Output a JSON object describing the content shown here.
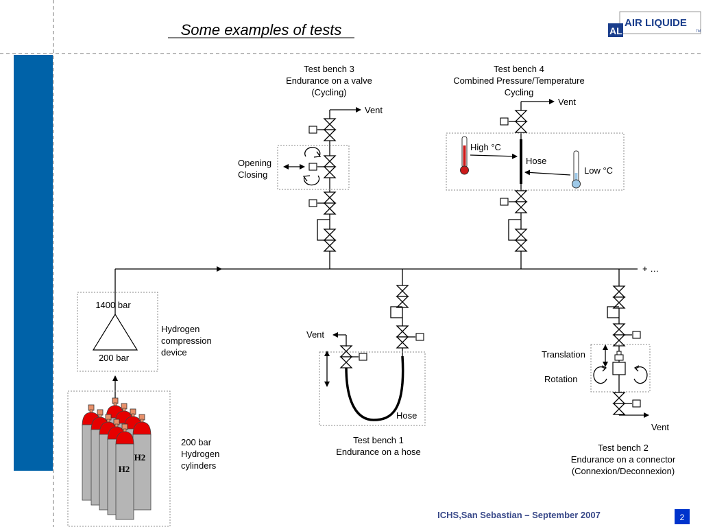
{
  "header": {
    "title": "Some examples of tests",
    "logo_text": "AIR LIQUIDE",
    "logo_mark": "AL",
    "logo_tm": "TM"
  },
  "footer": {
    "event": "ICHS,San Sebastian – September 2007",
    "page_number": "2"
  },
  "colors": {
    "sidebar": "#0062a8",
    "footer_text": "#3a4a8a",
    "logo_blue": "#1a3e8c",
    "thermo_hot": "#cc1a1a",
    "thermo_cold": "#9ec9e8",
    "cylinder_body": "#b5b5b5",
    "cylinder_cap": "#e60000",
    "valve_cap": "#e8906a"
  },
  "compressor": {
    "in_pressure": "200 bar",
    "out_pressure": "1400 bar",
    "label_1": "Hydrogen",
    "label_2": "compression",
    "label_3": "device"
  },
  "cylinders": {
    "gas_label": "H2",
    "label_1": "200 bar",
    "label_2": "Hydrogen",
    "label_3": "cylinders"
  },
  "main_line": {
    "continuation": "+ …"
  },
  "bench3": {
    "title_1": "Test bench 3",
    "title_2": "Endurance on a valve",
    "title_3": "(Cycling)",
    "vent": "Vent",
    "action_1": "Opening",
    "action_2": "Closing"
  },
  "bench4": {
    "title_1": "Test bench 4",
    "title_2": "Combined Pressure/Temperature",
    "title_3": "Cycling",
    "vent": "Vent",
    "high": "High °C",
    "low": "Low °C",
    "hose": "Hose"
  },
  "bench1": {
    "title_1": "Test bench 1",
    "title_2": "Endurance on a hose",
    "vent": "Vent",
    "hose": "Hose"
  },
  "bench2": {
    "title_1": "Test bench 2",
    "title_2": "Endurance on a connector",
    "title_3": "(Connexion/Deconnexion)",
    "translation": "Translation",
    "rotation": "Rotation",
    "vent": "Vent"
  }
}
